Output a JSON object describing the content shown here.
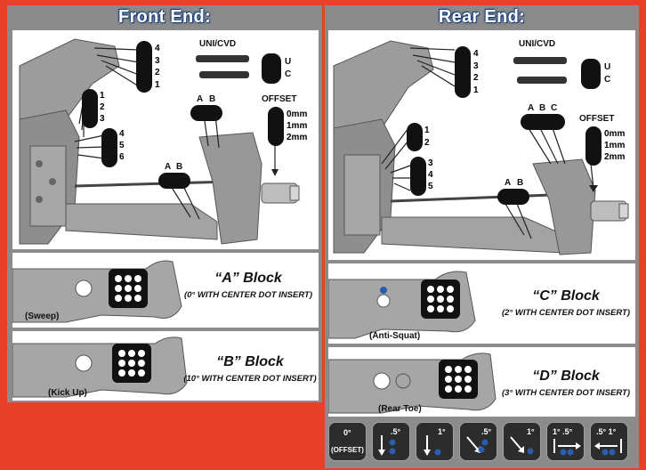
{
  "front": {
    "header": "Front End:",
    "uni_cvd": "UNI/CVD",
    "u": "U",
    "c": "C",
    "offset": "OFFSET",
    "offsets": [
      "0mm",
      "1mm",
      "2mm"
    ],
    "upper_holes": [
      "4",
      "3",
      "2",
      "1"
    ],
    "mid_holes": [
      "1",
      "2",
      "3"
    ],
    "low_holes": [
      "4",
      "5",
      "6"
    ],
    "ab_top": [
      "A",
      "B"
    ],
    "ab_bottom": [
      "A",
      "B"
    ],
    "block_a": {
      "title": "“A” Block",
      "sub": "(0° WITH CENTER DOT INSERT)",
      "caption": "(Sweep)"
    },
    "block_b": {
      "title": "“B” Block",
      "sub": "(10° WITH CENTER DOT INSERT)",
      "caption": "(Kick Up)"
    }
  },
  "rear": {
    "header": "Rear End:",
    "uni_cvd": "UNI/CVD",
    "u": "U",
    "c": "C",
    "offset": "OFFSET",
    "offsets": [
      "0mm",
      "1mm",
      "2mm"
    ],
    "upper_holes": [
      "4",
      "3",
      "2",
      "1"
    ],
    "mid_holes": [
      "1",
      "2"
    ],
    "low_holes": [
      "3",
      "4",
      "5"
    ],
    "abc": [
      "A",
      "B",
      "C"
    ],
    "ab_bottom": [
      "A",
      "B"
    ],
    "block_c": {
      "title": "“C” Block",
      "sub": "(2° WITH CENTER DOT INSERT)",
      "caption": "(Anti-Squat)"
    },
    "block_d": {
      "title": "“D” Block",
      "sub": "(3° WITH CENTER DOT INSERT)",
      "caption": "(Rear Toe)"
    }
  },
  "toe_buttons": [
    {
      "top": "0°",
      "bottom": "(OFFSET)"
    },
    {
      "top": ".5°",
      "bottom": ""
    },
    {
      "top": "1°",
      "bottom": ""
    },
    {
      "top": ".5°",
      "bottom": ""
    },
    {
      "top": "1°",
      "bottom": ""
    },
    {
      "top": "1° .5°",
      "bottom": ""
    },
    {
      "top": ".5° 1°",
      "bottom": ""
    }
  ],
  "colors": {
    "frame": "#e8412a",
    "header_text": "#ffffff",
    "header_outline": "#1a3f7a",
    "panel_gray": "#8b8b8b",
    "part_gray": "#9a9a9a",
    "dot_blue": "#2a5db0"
  }
}
